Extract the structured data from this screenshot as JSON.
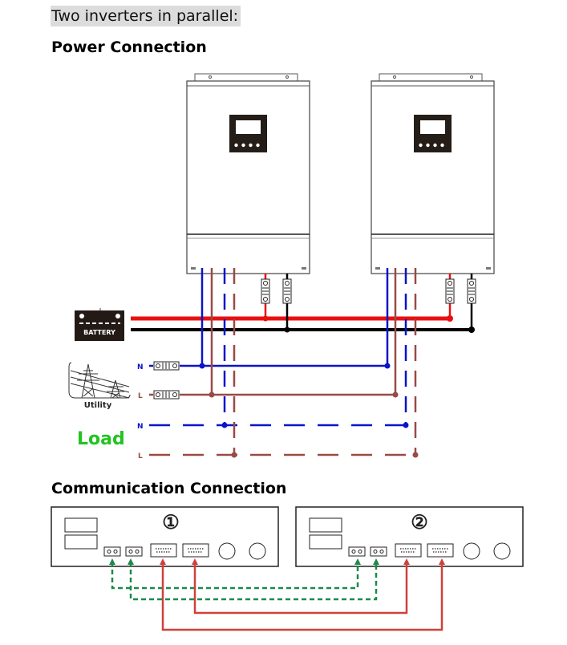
{
  "intro_text": "Two inverters in parallel:",
  "power_section": {
    "title": "Power Connection",
    "battery_label": "BATTERY",
    "utility_label": "Utility",
    "load_label": "Load",
    "utility_neutral": "N",
    "utility_line": "L",
    "load_neutral": "N",
    "load_line": "L",
    "inverter_count": 2
  },
  "comm_section": {
    "title": "Communication Connection",
    "unit_labels": [
      "①",
      "②"
    ]
  },
  "colors": {
    "battery_positive": "#e81010",
    "battery_negative": "#000000",
    "neutral": "#0a14c8",
    "line": "#9a4a44",
    "load_text": "#22c322",
    "comm_green": "#1b8a4a",
    "comm_red": "#d0403a"
  }
}
